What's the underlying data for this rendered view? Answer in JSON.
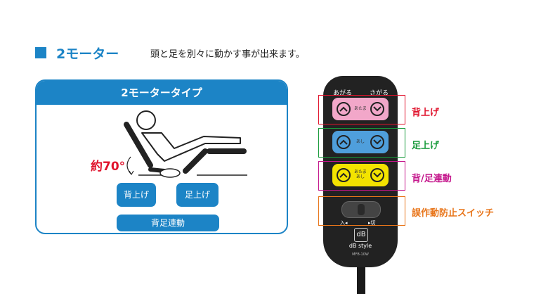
{
  "section": {
    "title": "2モーター",
    "description": "頭と足を別々に動かす事が出来ます。"
  },
  "panel": {
    "title": "2モータータイプ",
    "angle_label": "約70°",
    "buttons": {
      "back": "背上げ",
      "leg": "足上げ",
      "both": "背足連動"
    }
  },
  "remote": {
    "up_label": "あがる",
    "down_label": "さがる",
    "rows": [
      {
        "small": "あたま",
        "color": "#f2a7c9"
      },
      {
        "small": "あし",
        "color": "#4f9fdc"
      },
      {
        "small": "あたま\nあし",
        "color": "#f3e300"
      }
    ],
    "lock_on": "入◂",
    "lock_off": "▸切",
    "brand": "dB style",
    "model": "MFB-10W"
  },
  "callouts": [
    {
      "label": "背上げ",
      "color": "#e0132c"
    },
    {
      "label": "足上げ",
      "color": "#179a3a"
    },
    {
      "label": "背/足連動",
      "color": "#c4158b"
    },
    {
      "label": "誤作動防止スイッチ",
      "color": "#e8751a"
    }
  ]
}
